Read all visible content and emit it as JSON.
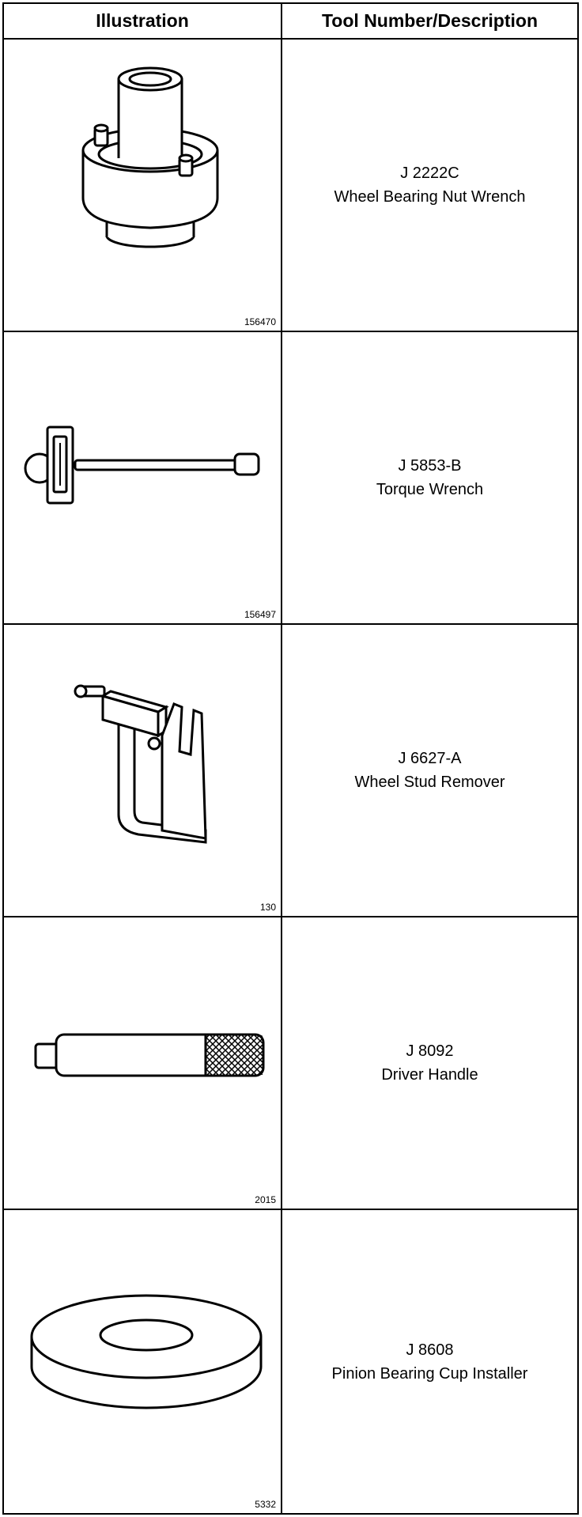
{
  "table": {
    "headers": {
      "illustration": "Illustration",
      "tool": "Tool Number/Description"
    },
    "rows": [
      {
        "figure_number": "156470",
        "tool_number": "J 2222C",
        "description": "Wheel Bearing Nut Wrench",
        "icon": "wheel-bearing-nut-wrench-icon"
      },
      {
        "figure_number": "156497",
        "tool_number": "J 5853-B",
        "description": "Torque Wrench",
        "icon": "torque-wrench-icon"
      },
      {
        "figure_number": "130",
        "tool_number": "J 6627-A",
        "description": "Wheel Stud Remover",
        "icon": "wheel-stud-remover-icon"
      },
      {
        "figure_number": "2015",
        "tool_number": "J 8092",
        "description": "Driver Handle",
        "icon": "driver-handle-icon"
      },
      {
        "figure_number": "5332",
        "tool_number": "J 8608",
        "description": "Pinion Bearing Cup Installer",
        "icon": "pinion-bearing-cup-installer-icon"
      }
    ]
  }
}
